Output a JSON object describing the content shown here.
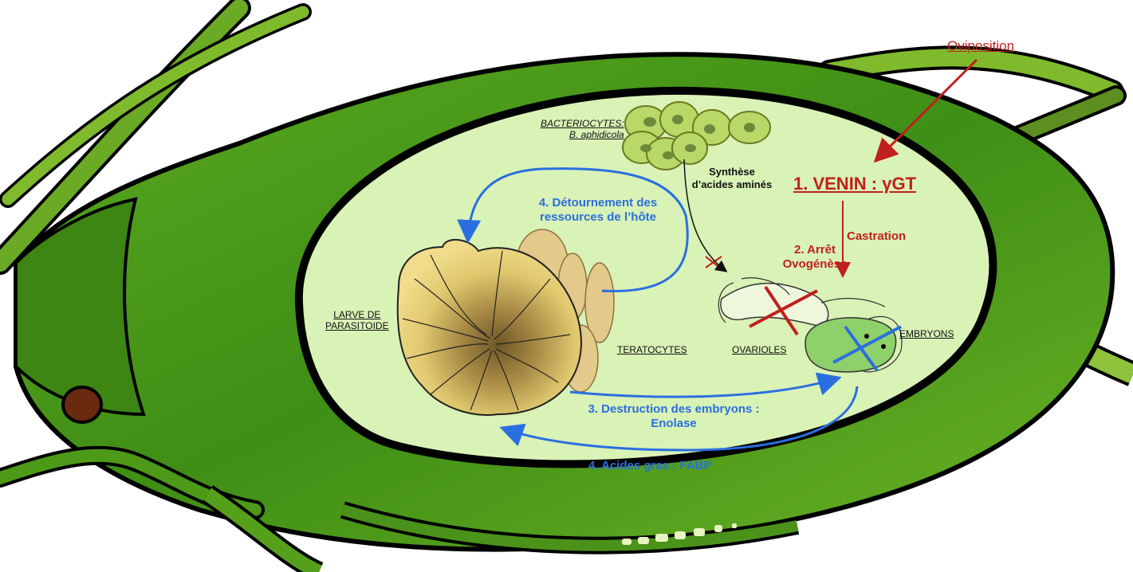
{
  "labels": {
    "oviposition": "Oviposition",
    "venin": "1. VENIN : γGT",
    "castration": "Castration",
    "arret_line1": "2. Arrêt",
    "arret_line2": "Ovogénèse",
    "bacteriocytes_line1": "BACTERIOCYTES:",
    "bacteriocytes_line2": "B. aphidicola",
    "synthese_line1": "Synthèse",
    "synthese_line2": "d’acides aminés",
    "detournement_line1": "4. Détournement des",
    "detournement_line2": "ressources de l’hôte",
    "larve_line1": "LARVE DE",
    "larve_line2": "PARASITOIDE",
    "teratocytes": "TERATOCYTES",
    "ovarioles": "OVARIOLES",
    "embryons": "EMBRYONS",
    "destruction_line1": "3. Destruction des embryons :",
    "destruction_line2": "Enolase",
    "acides_gras": "4. Acides gras : FABP"
  },
  "colors": {
    "aphid_body": "#4a9a1c",
    "aphid_dark": "#2e6a10",
    "body_cavity": "#d9f2b6",
    "outline": "#000000",
    "venom_red": "#c0201d",
    "pathway_blue": "#2a6fe0",
    "larva_yellow": "#e6cf72",
    "larva_center": "#6e5628",
    "teratocyte": "#e3c98a",
    "bacteriocyte": "#b8d868",
    "embryo": "#8ed06a"
  }
}
